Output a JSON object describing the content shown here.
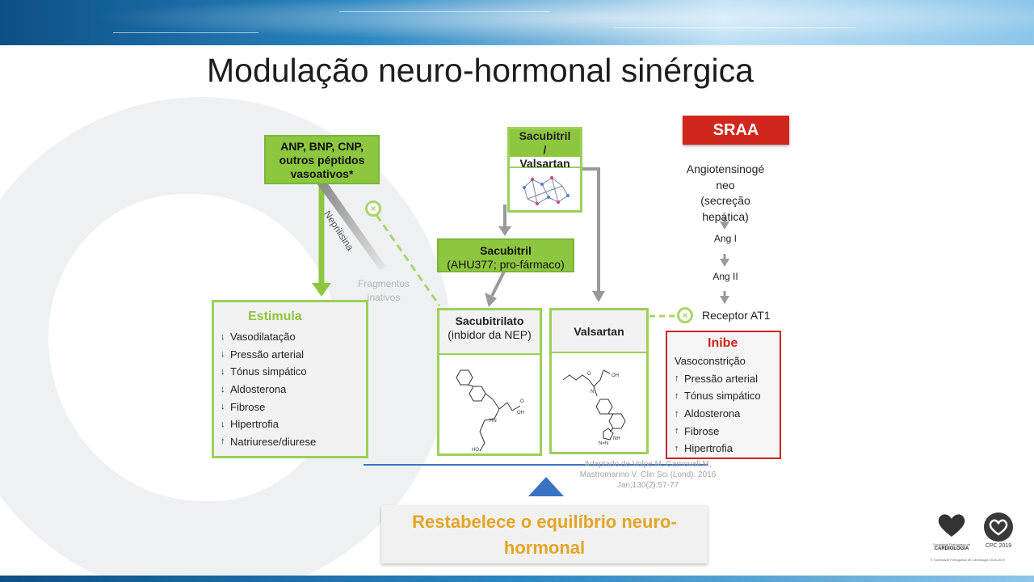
{
  "title": "Modulação neuro-hormonal sinérgica",
  "peptides_box": {
    "line1": "ANP, BNP, CNP,",
    "line2": "outros péptidos",
    "line3": "vasoativos*"
  },
  "neprilisina_label": "Neprilisina",
  "fragmentos": {
    "line1": "Fragmentos",
    "line2": "inativos"
  },
  "estimula": {
    "heading": "Estimula",
    "items": [
      {
        "arrow": "down",
        "text": "Vasodilatação"
      },
      {
        "arrow": "down",
        "text": "Pressão arterial"
      },
      {
        "arrow": "down",
        "text": "Tónus simpático"
      },
      {
        "arrow": "down",
        "text": "Aldosterona"
      },
      {
        "arrow": "down",
        "text": "Fibrose"
      },
      {
        "arrow": "down",
        "text": "Hipertrofia"
      },
      {
        "arrow": "up",
        "text": "Natriurese/diurese"
      }
    ]
  },
  "sacubitril_valsartan": {
    "line1": "Sacubitril",
    "line2": "/",
    "line3": "Valsartan"
  },
  "sacubitril_box": {
    "line1": "Sacubitril",
    "line2": "(AHU377; pro-fármaco)"
  },
  "sacubitrilato": {
    "line1": "Sacubitrilato",
    "line2": "(inbidor da NEP)"
  },
  "valsartan": {
    "label": "Valsartan"
  },
  "sraa": {
    "title": "SRAA",
    "angiotensinogeneo": {
      "line1": "Angiotensinogé",
      "line2": "neo",
      "line3": "(secreção",
      "line4": "hepática)"
    },
    "ang1": "Ang I",
    "ang2": "Ang II",
    "receptor": "Receptor AT1"
  },
  "inibe": {
    "heading": "Inibe",
    "items": [
      {
        "arrow": "none",
        "text": "Vasoconstrição"
      },
      {
        "arrow": "up",
        "text": "Pressão arterial"
      },
      {
        "arrow": "up",
        "text": "Tónus simpático"
      },
      {
        "arrow": "up",
        "text": "Aldosterona"
      },
      {
        "arrow": "up",
        "text": "Fibrose"
      },
      {
        "arrow": "up",
        "text": "Hipertrofia"
      }
    ]
  },
  "caption": {
    "line1": "Adaptado de Volpe M, Carnovali M,",
    "line2": "Mastromarino V. Clin Sci (Lond). 2016",
    "line3": "Jan;130(2):57-77"
  },
  "restabelece": {
    "line1": "Restabelece o equilíbrio neuro-",
    "line2": "hormonal"
  },
  "logos": {
    "spc": {
      "line1": "Sociedade Portuguesa de",
      "line2": "CARDIOLOGIA",
      "copyright": "© Sociedade Portuguesa de Cardiologia 2018-2019"
    },
    "cpc": "CPC 2019"
  },
  "colors": {
    "green": "#8dc63f",
    "red": "#d0261b",
    "orange": "#e4a425",
    "gray_arrow": "#9a9a9a",
    "blue_line": "#3a72c4"
  }
}
